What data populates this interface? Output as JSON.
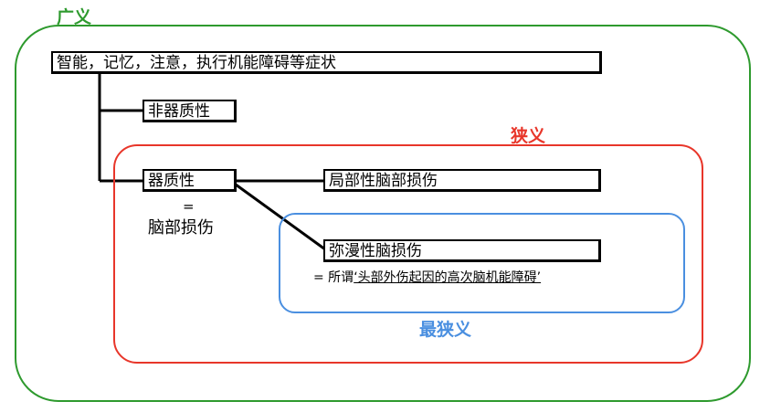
{
  "colors": {
    "broad": "#2e9a2e",
    "narrow": "#e8362a",
    "narrowest": "#4a8fe0"
  },
  "regions": {
    "broad_label": "广义",
    "narrow_label": "狭义",
    "narrowest_label": "最狭义"
  },
  "nodes": {
    "symptoms": "智能，记忆，注意，执行机能障碍等症状",
    "non_organic": "非器质性",
    "organic": "器质性",
    "organic_equals": "=",
    "organic_meaning": "脑部损伤",
    "local_injury": "局部性脑部损伤",
    "diffuse_injury": "弥漫性脑损伤",
    "diffuse_equals": "= 所谓",
    "diffuse_meaning": "‘头部外伤起因的高次脑机能障碍’"
  }
}
